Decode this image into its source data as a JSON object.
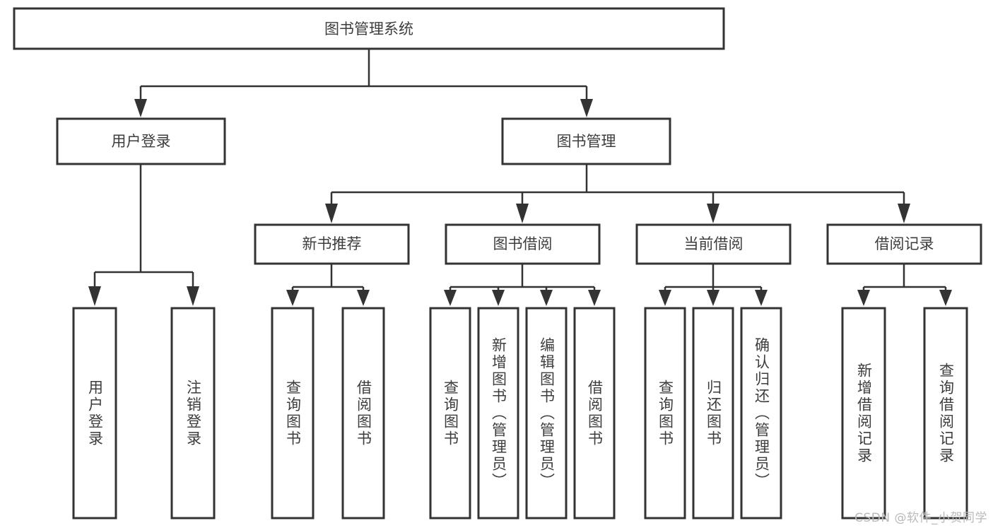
{
  "diagram": {
    "type": "tree-hierarchy",
    "title": "图书管理系统",
    "watermark": "CSDN @软件_小贺同学",
    "colors": {
      "stroke": "#333333",
      "fill": "#ffffff",
      "text": "#3d3d3d",
      "watermark": "#b9b9b9"
    },
    "root": {
      "label": "图书管理系统"
    },
    "level2": [
      {
        "label": "用户登录"
      },
      {
        "label": "图书管理"
      }
    ],
    "level3": [
      {
        "label": "新书推荐"
      },
      {
        "label": "图书借阅"
      },
      {
        "label": "当前借阅"
      },
      {
        "label": "借阅记录"
      }
    ],
    "leaves": {
      "user_login": [
        {
          "label": "用户登录"
        },
        {
          "label": "注销登录"
        }
      ],
      "new_book_recommend": [
        {
          "label": "查询图书"
        },
        {
          "label": "借阅图书"
        }
      ],
      "book_borrow": [
        {
          "label": "查询图书"
        },
        {
          "label": "新增图书（管理员）"
        },
        {
          "label": "编辑图书（管理员）"
        },
        {
          "label": "借阅图书"
        }
      ],
      "current_borrow": [
        {
          "label": "查询图书"
        },
        {
          "label": "归还图书"
        },
        {
          "label": "确认归还（管理员）"
        }
      ],
      "borrow_record": [
        {
          "label": "新增借阅记录"
        },
        {
          "label": "查询借阅记录"
        }
      ]
    }
  }
}
